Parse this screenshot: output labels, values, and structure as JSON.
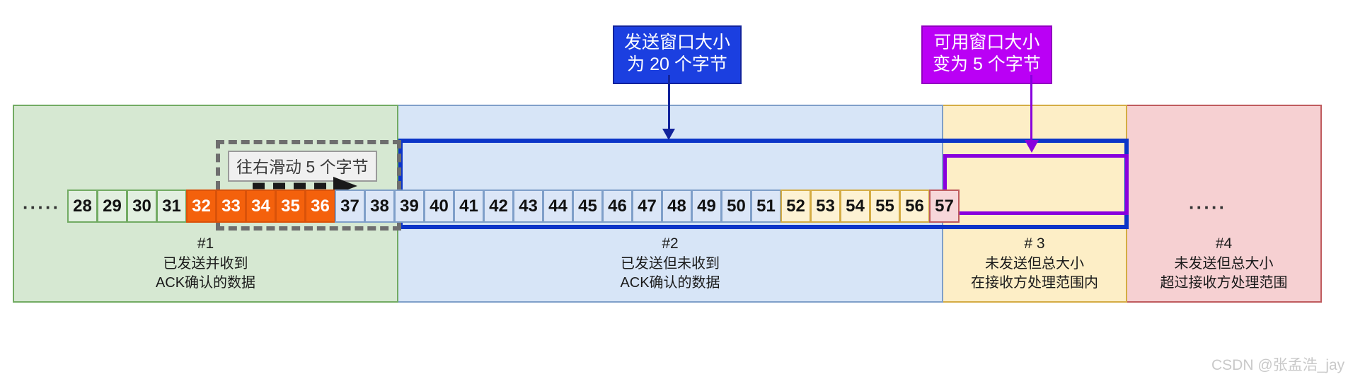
{
  "callouts": {
    "send_window": "发送窗口大小\n为 20 个字节",
    "available_window": "可用窗口大小\n变为 5 个字节"
  },
  "slide_annotation": {
    "label": "往右滑动 5  个字节",
    "arrow": "dashed-right-arrow"
  },
  "ellipsis": {
    "left": "·····",
    "right": "·····"
  },
  "bytes": [
    {
      "n": "28",
      "style": "green"
    },
    {
      "n": "29",
      "style": "green"
    },
    {
      "n": "30",
      "style": "green"
    },
    {
      "n": "31",
      "style": "green"
    },
    {
      "n": "32",
      "style": "orange"
    },
    {
      "n": "33",
      "style": "orange"
    },
    {
      "n": "34",
      "style": "orange"
    },
    {
      "n": "35",
      "style": "orange"
    },
    {
      "n": "36",
      "style": "orange"
    },
    {
      "n": "37",
      "style": "blue"
    },
    {
      "n": "38",
      "style": "blue"
    },
    {
      "n": "39",
      "style": "blue"
    },
    {
      "n": "40",
      "style": "blue"
    },
    {
      "n": "41",
      "style": "blue"
    },
    {
      "n": "42",
      "style": "blue"
    },
    {
      "n": "43",
      "style": "blue"
    },
    {
      "n": "44",
      "style": "blue"
    },
    {
      "n": "45",
      "style": "blue"
    },
    {
      "n": "46",
      "style": "blue"
    },
    {
      "n": "47",
      "style": "blue"
    },
    {
      "n": "48",
      "style": "blue"
    },
    {
      "n": "49",
      "style": "blue"
    },
    {
      "n": "50",
      "style": "blue"
    },
    {
      "n": "51",
      "style": "blue"
    },
    {
      "n": "52",
      "style": "yellow"
    },
    {
      "n": "53",
      "style": "yellow"
    },
    {
      "n": "54",
      "style": "yellow"
    },
    {
      "n": "55",
      "style": "yellow"
    },
    {
      "n": "56",
      "style": "yellow"
    },
    {
      "n": "57",
      "style": "red"
    }
  ],
  "regions": [
    {
      "num": "#1",
      "desc": "已发送并收到\nACK确认的数据",
      "fill": "#d6e8d2",
      "stroke": "#72ab63"
    },
    {
      "num": "#2",
      "desc": "已发送但未收到\nACK确认的数据",
      "fill": "#d7e5f7",
      "stroke": "#7f9fc9"
    },
    {
      "num": "# 3",
      "desc": "未发送但总大小\n在接收方处理范围内",
      "fill": "#fdeec6",
      "stroke": "#d4ac44"
    },
    {
      "num": "#4",
      "desc": "未发送但总大小\n超过接收方处理范围",
      "fill": "#f6d0d2",
      "stroke": "#bf5b5e"
    }
  ],
  "colors": {
    "send_window_outline": "#0c35c8",
    "available_window_outline": "#8800dd",
    "slide_outline": "#6e6e6e",
    "sent_unacked_highlight": "#f4610c"
  },
  "watermark": "CSDN @张孟浩_jay"
}
